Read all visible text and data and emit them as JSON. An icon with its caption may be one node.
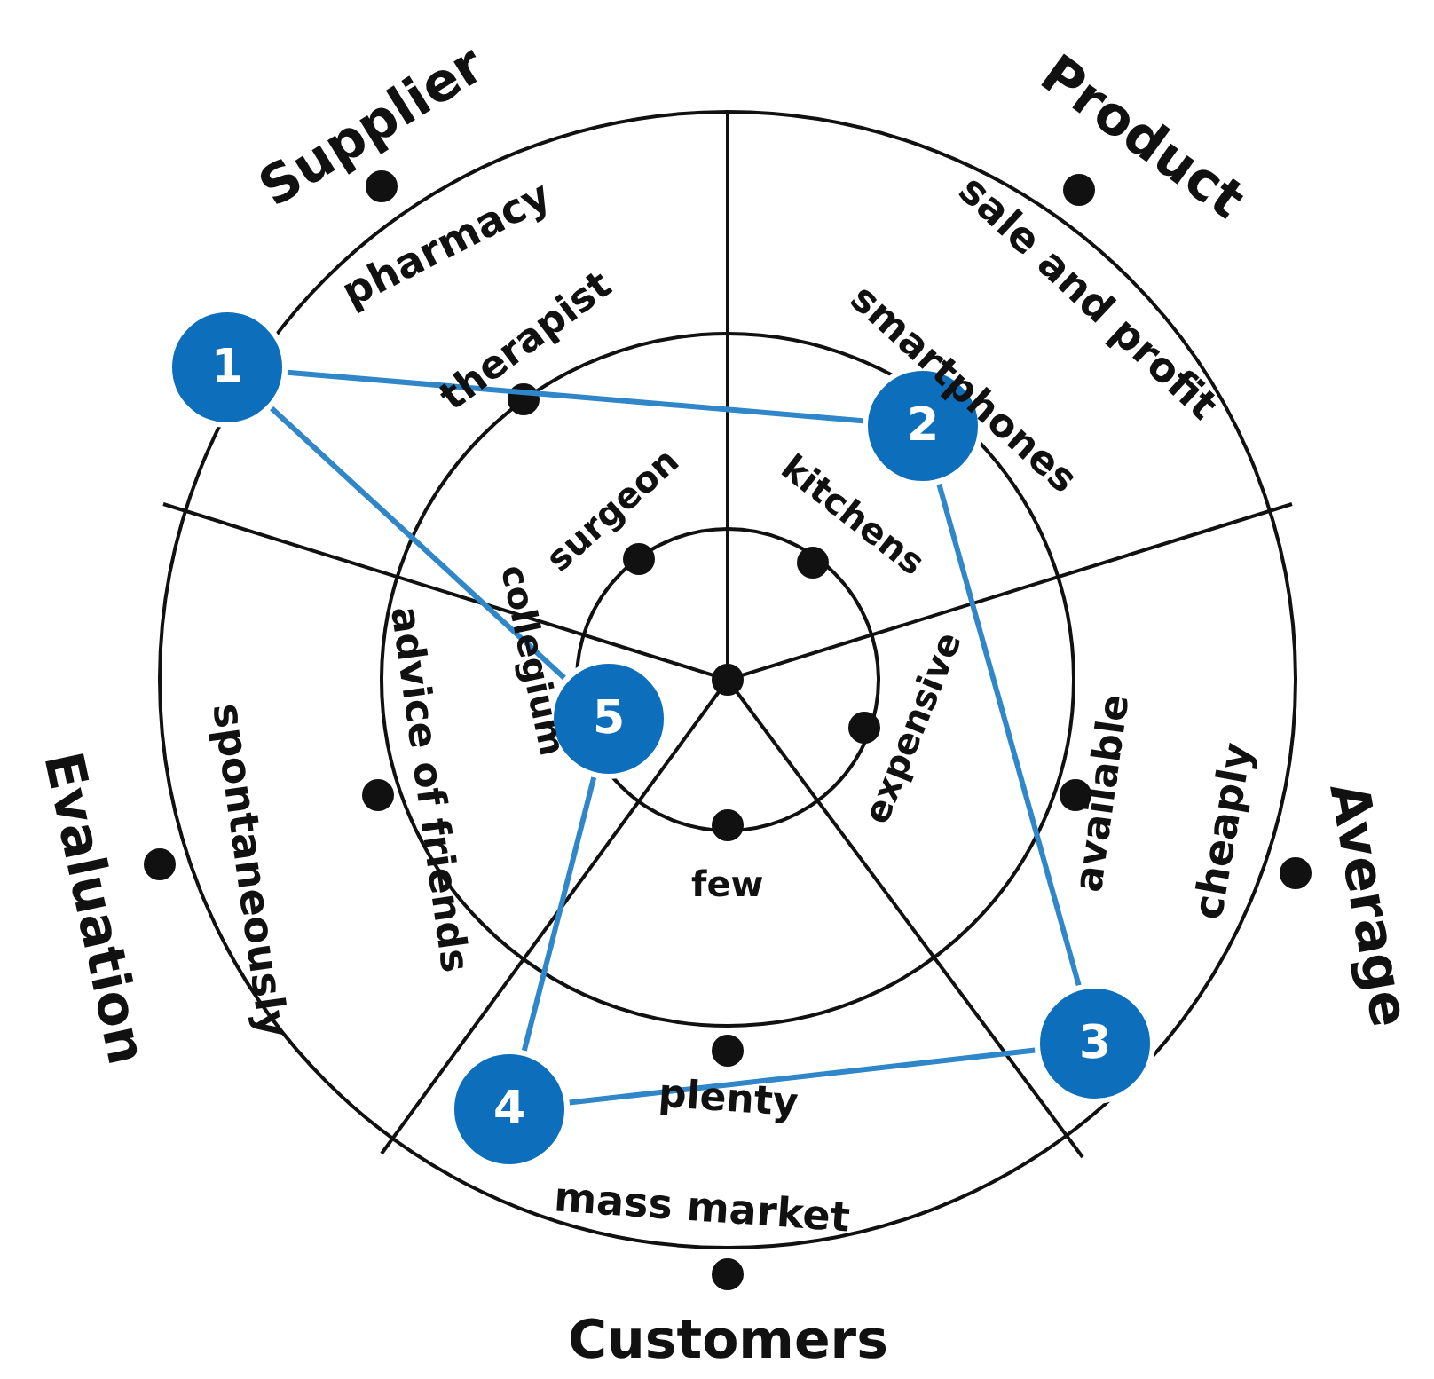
{
  "diagram": {
    "nodes": [
      {
        "text": [
          "1"
        ]
      },
      {
        "text": [
          "2"
        ]
      },
      {
        "text": [
          "3"
        ]
      },
      {
        "text": [
          "4"
        ]
      },
      {
        "text": [
          "5"
        ]
      }
    ],
    "edges": [
      {
        "from": 0,
        "to": 1,
        "arrow": "none"
      },
      {
        "from": 1,
        "to": 2,
        "arrow": "none"
      },
      {
        "from": 2,
        "to": 3,
        "arrow": "none"
      },
      {
        "from": 3,
        "to": 4,
        "arrow": "none"
      },
      {
        "from": 4,
        "to": 0,
        "arrow": "none"
      }
    ],
    "labels": [
      "Supplier",
      "Product",
      "pharmacy",
      "sale and profit",
      "therapist",
      "smartphones",
      "surgeon",
      "kitchens",
      "collegium",
      "expensive",
      "Evaluation",
      "spontaneously",
      "advice of friends",
      "available",
      "cheaply",
      "Average",
      "few",
      "plenty",
      "mass market",
      "Customers"
    ]
  }
}
